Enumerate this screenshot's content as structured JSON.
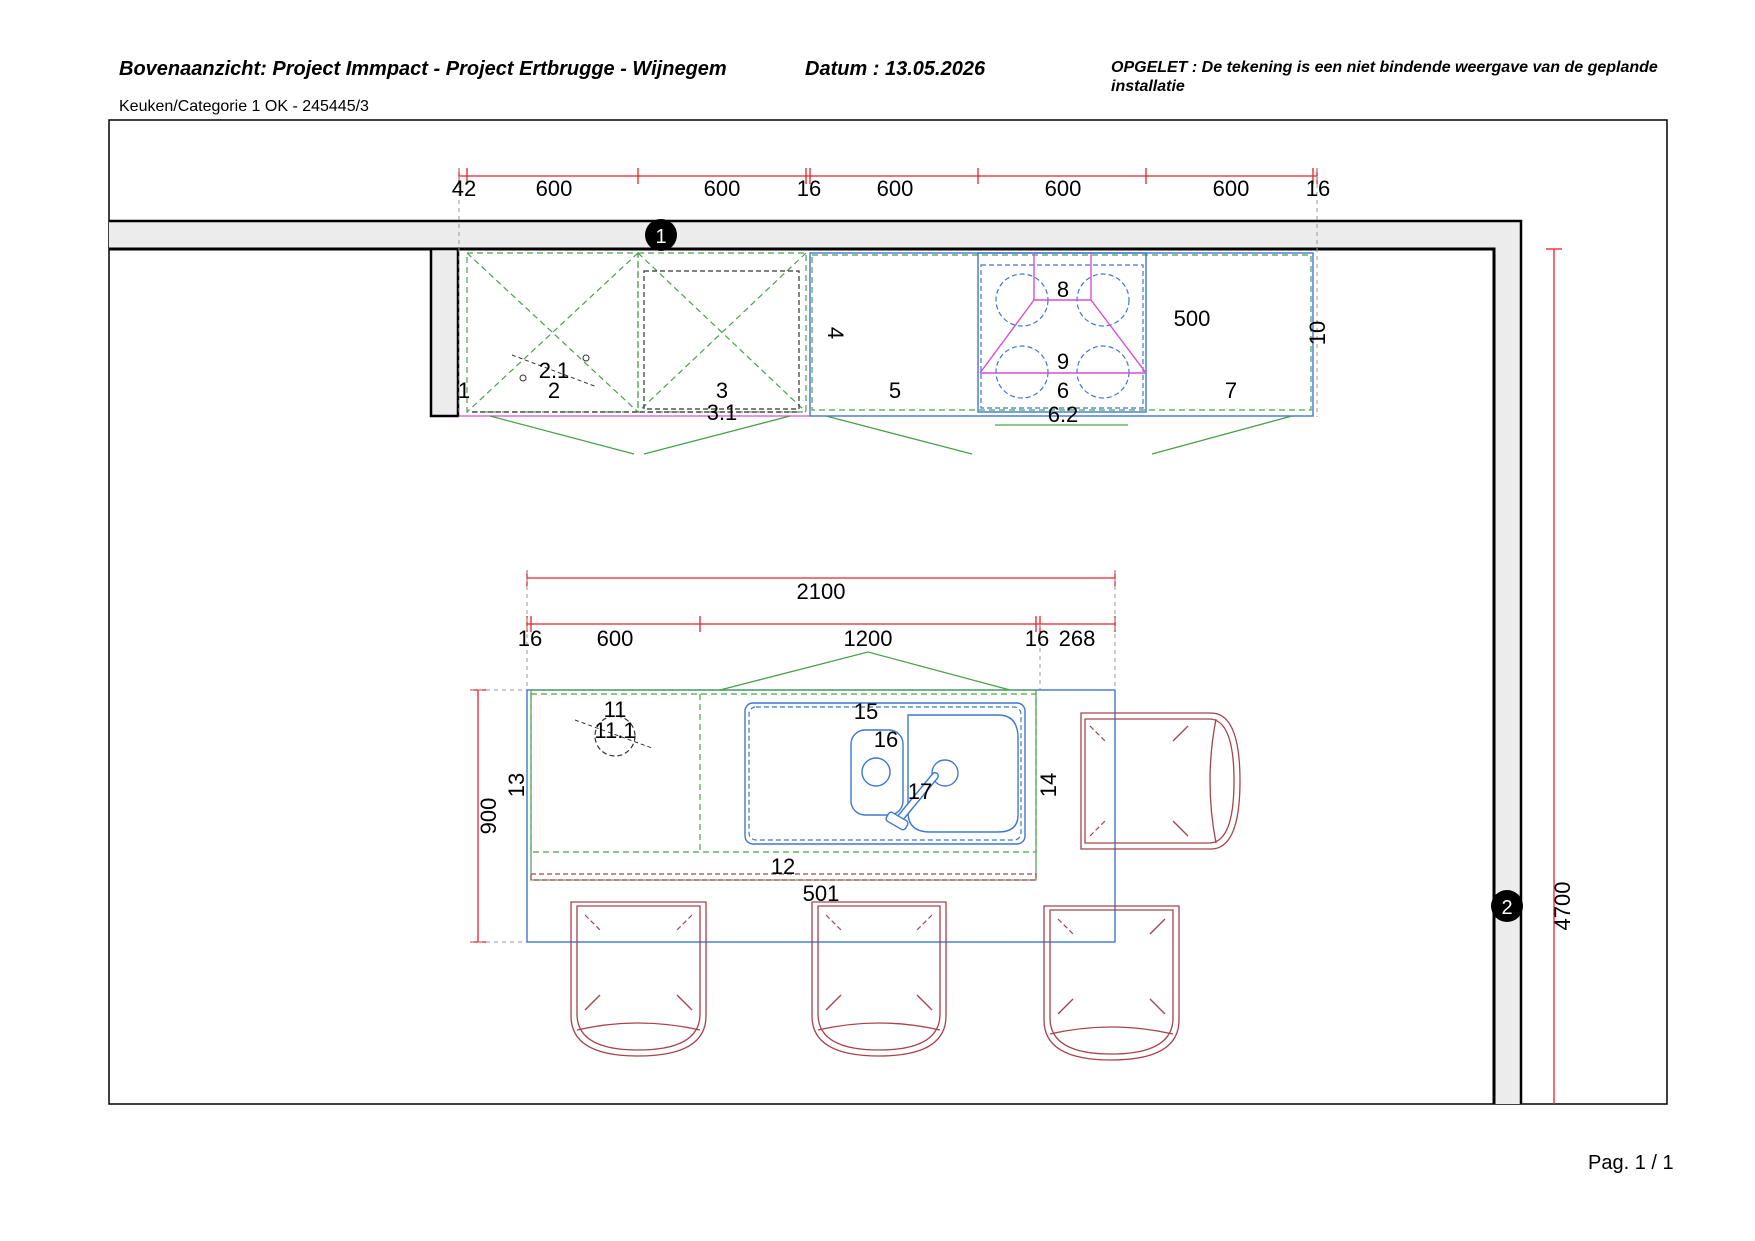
{
  "header": {
    "title": "Bovenaanzicht: Project Immpact - Project Ertbrugge - Wijnegem",
    "date": "Datum : 13.05.2026",
    "note": "OPGELET : De tekening is een niet bindende weergave van de geplande installatie",
    "subtitle": "Keuken/Categorie 1 OK - 245445/3"
  },
  "wall_markers": {
    "wall1": "1",
    "wall2": "2"
  },
  "dimensions": {
    "top_row": [
      "42",
      "600",
      "600",
      "16",
      "600",
      "600",
      "600",
      "16"
    ],
    "island_total": "2100",
    "island_row": [
      "16",
      "600",
      "1200",
      "16",
      "268"
    ],
    "island_depth": "900",
    "room_depth": "4700"
  },
  "items": {
    "i1": "1",
    "i2": "2",
    "i2_1": "2.1",
    "i3": "3",
    "i3_1": "3.1",
    "i4": "4",
    "i5": "5",
    "i6": "6",
    "i6_2": "6.2",
    "i7": "7",
    "i8": "8",
    "i9": "9",
    "i10": "10",
    "i500": "500",
    "i11": "11",
    "i11_1": "11.1",
    "i12": "12",
    "i13": "13",
    "i14": "14",
    "i15": "15",
    "i16": "16",
    "i17": "17",
    "i501": "501"
  },
  "footer": {
    "page": "Pag. 1 / 1"
  },
  "colors": {
    "dimension": "#e8212a",
    "cabinet": "#4aa04a",
    "worktop": "#3f78d0",
    "hood": "#d44fd6",
    "chair": "#a6434c",
    "wall_fill": "#ececec"
  }
}
